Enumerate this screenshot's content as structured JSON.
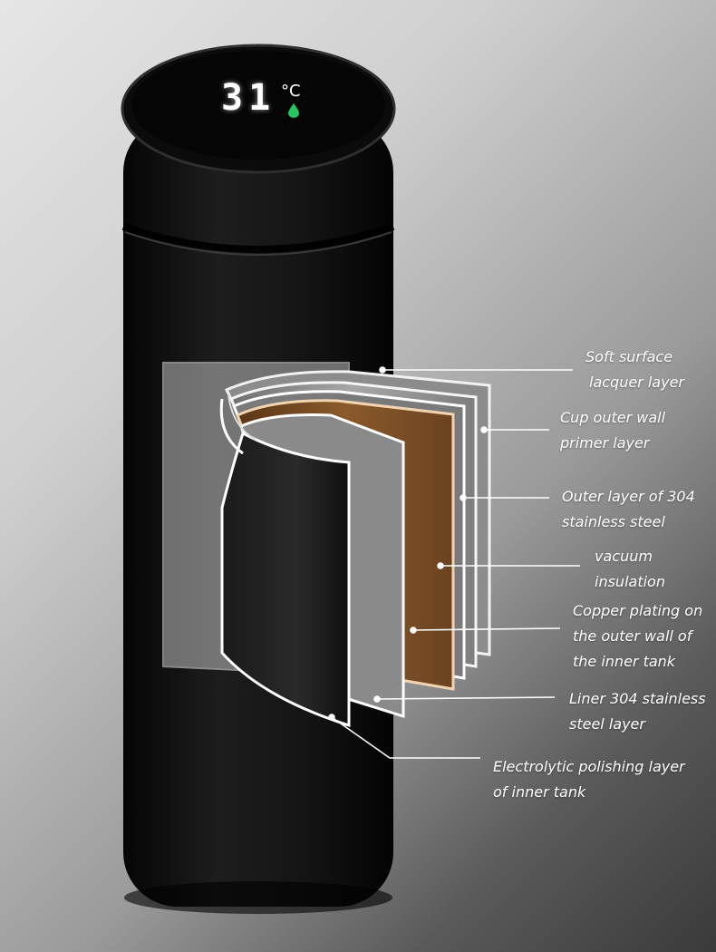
{
  "display": {
    "temperature": "31",
    "unit": "°C"
  },
  "labels": [
    {
      "lines": [
        "Soft surface",
        "lacquer layer"
      ]
    },
    {
      "lines": [
        "Cup outer wall",
        "primer layer"
      ]
    },
    {
      "lines": [
        "Outer layer of 304",
        "stainless steel"
      ]
    },
    {
      "lines": [
        "vacuum",
        "insulation"
      ]
    },
    {
      "lines": [
        "Copper plating on",
        "the outer wall of",
        "the inner tank"
      ]
    },
    {
      "lines": [
        "Liner 304 stainless",
        "steel layer"
      ]
    },
    {
      "lines": [
        "Electrolytic polishing layer",
        "of inner tank"
      ]
    }
  ],
  "colors": {
    "bottle": "#111111",
    "copper": "#8a5a2b",
    "steel": "#9a9a9a",
    "leader_line": "#ffffff",
    "display_drop": "#22c55e"
  },
  "icons": {
    "drop": "water-drop-icon"
  }
}
